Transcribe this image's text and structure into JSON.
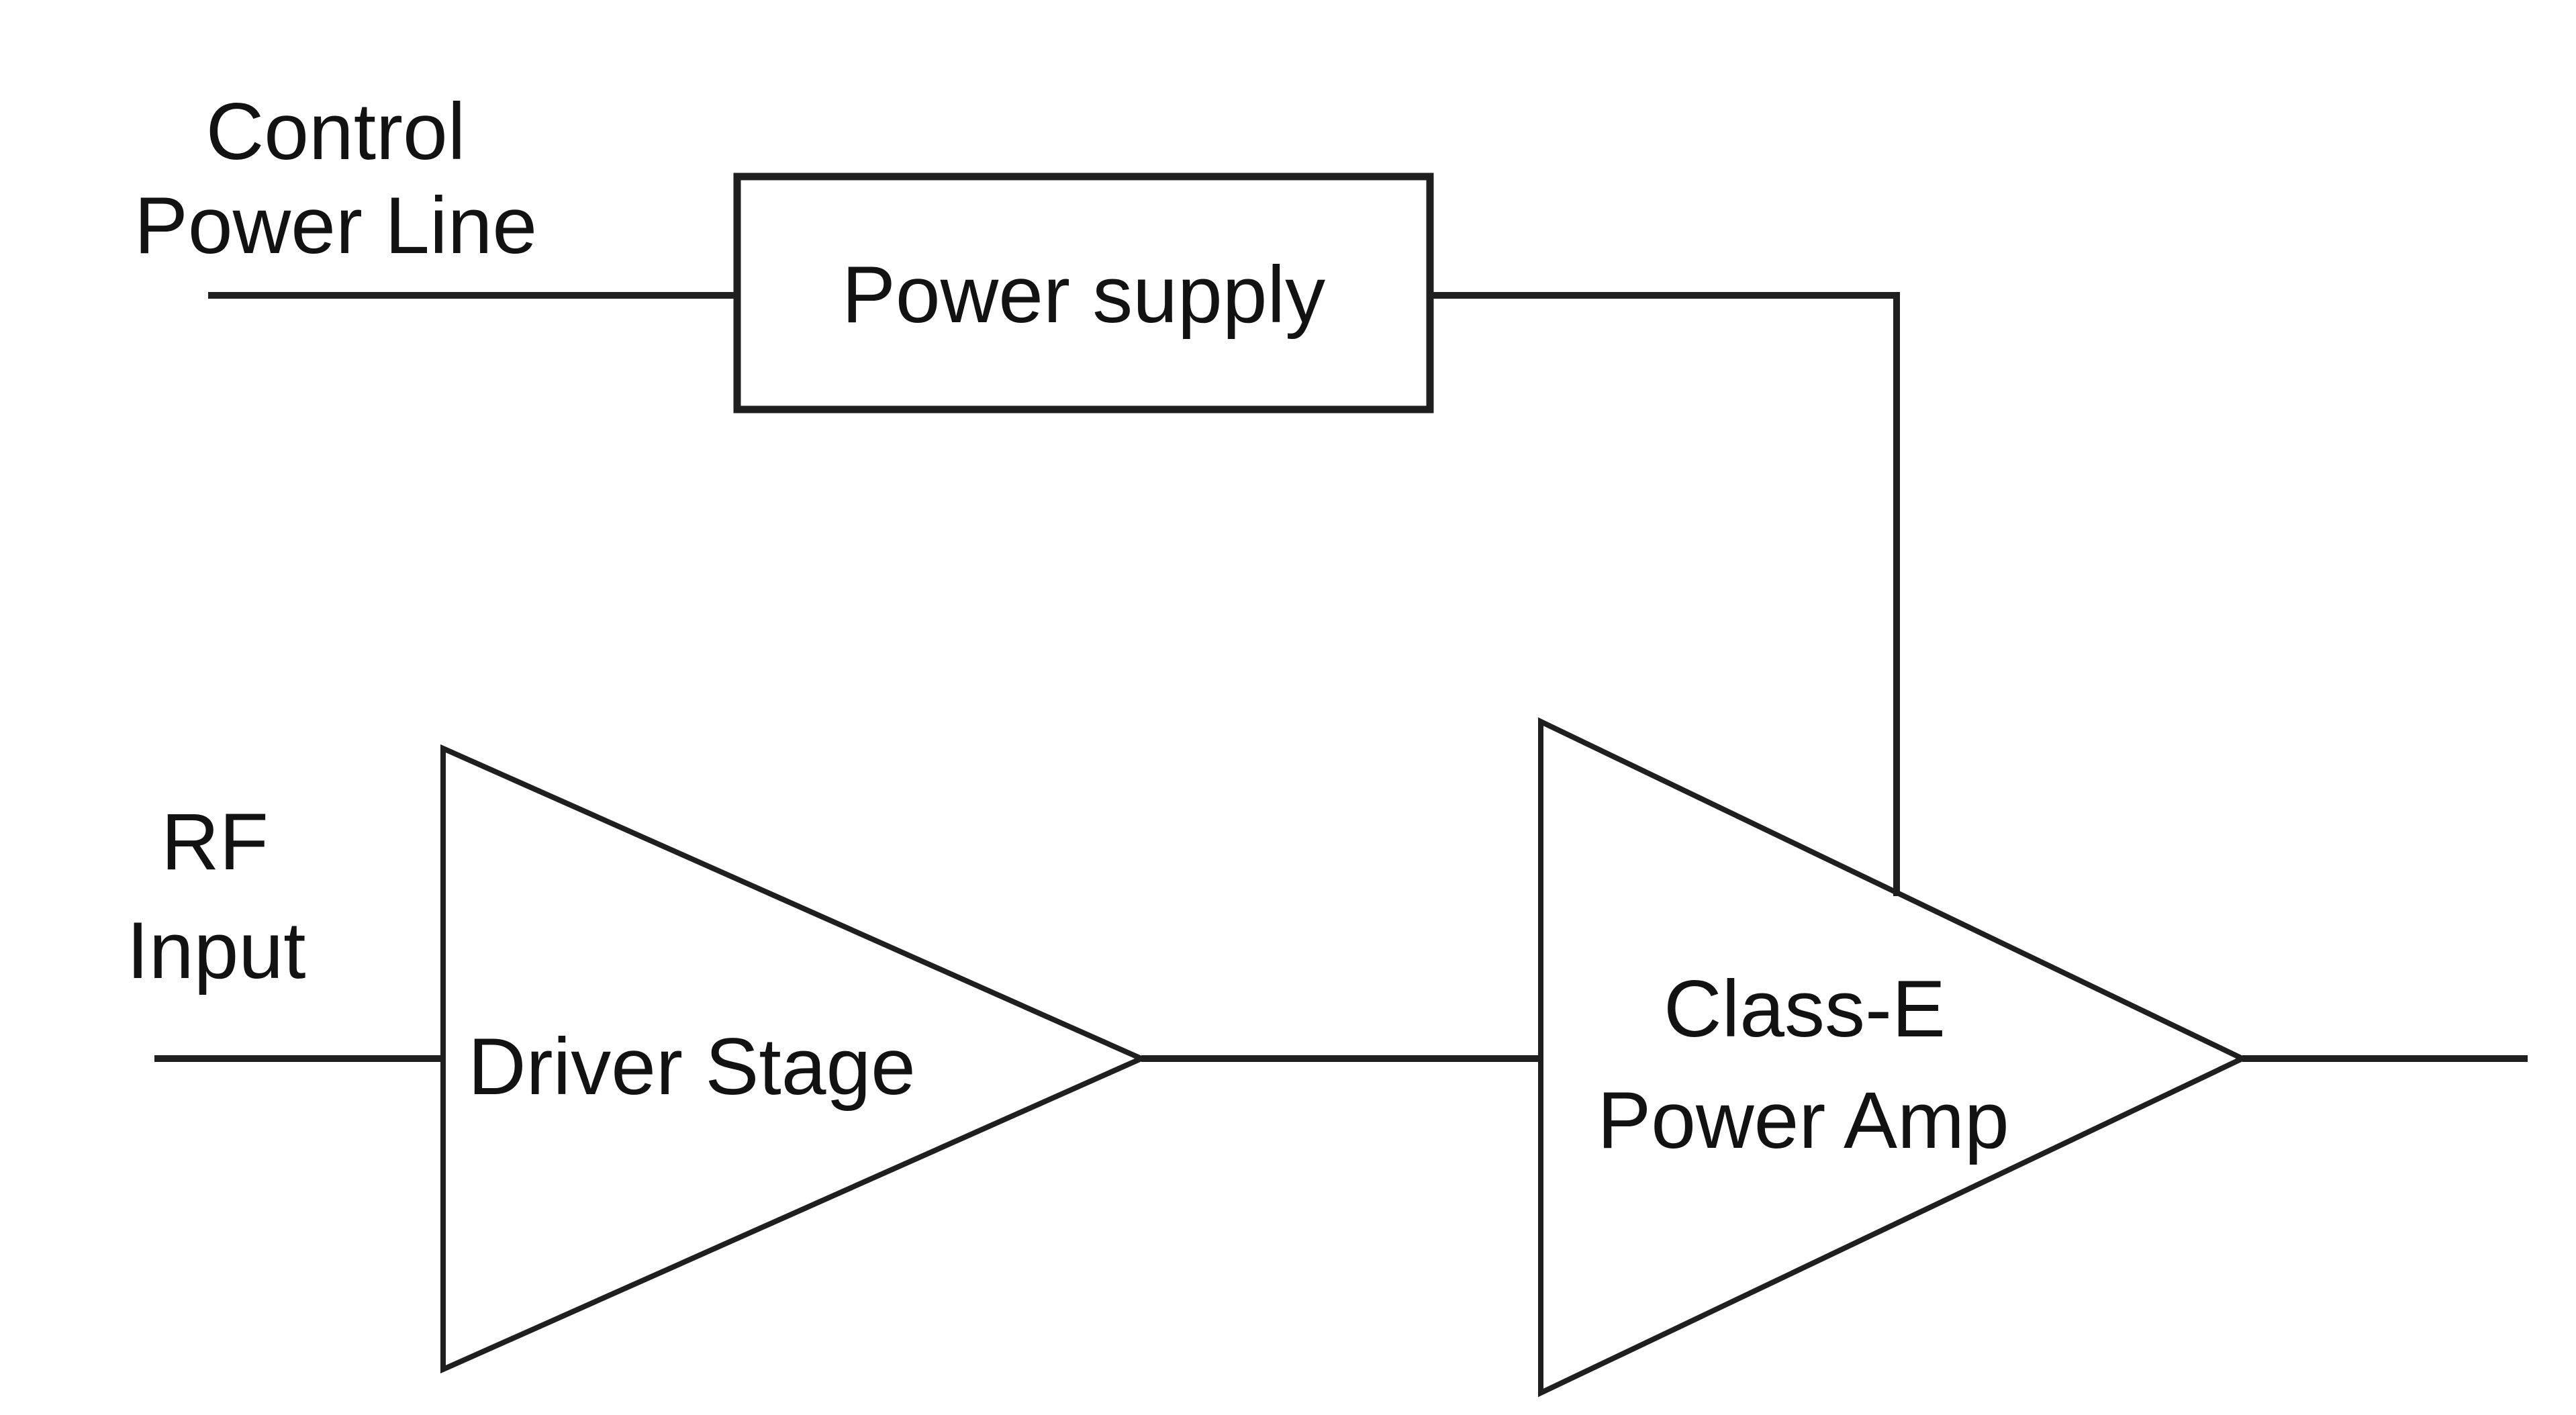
{
  "diagram": {
    "type": "block-diagram",
    "labels": {
      "control_power_line_1": "Control",
      "control_power_line_2": "Power Line",
      "power_supply": "Power supply",
      "rf_input_1": "RF",
      "rf_input_2": "Input",
      "driver_stage": "Driver Stage",
      "class_e_amp_1": "Class-E",
      "class_e_amp_2": "Power Amp"
    },
    "blocks": [
      {
        "name": "power-supply",
        "kind": "rectangle",
        "label": "Power supply"
      },
      {
        "name": "driver-stage",
        "kind": "amplifier-triangle",
        "label": "Driver Stage"
      },
      {
        "name": "class-e-power-amp",
        "kind": "amplifier-triangle",
        "label": "Class-E Power Amp"
      }
    ],
    "connections": [
      {
        "from": "control-power-line",
        "to": "power-supply"
      },
      {
        "from": "power-supply",
        "to": "class-e-power-amp"
      },
      {
        "from": "rf-input",
        "to": "driver-stage"
      },
      {
        "from": "driver-stage",
        "to": "class-e-power-amp"
      },
      {
        "from": "class-e-power-amp",
        "to": "rf-output"
      }
    ],
    "colors": {
      "ink": "#1f1f1f",
      "background": "#ffffff",
      "text": "#121212"
    }
  }
}
